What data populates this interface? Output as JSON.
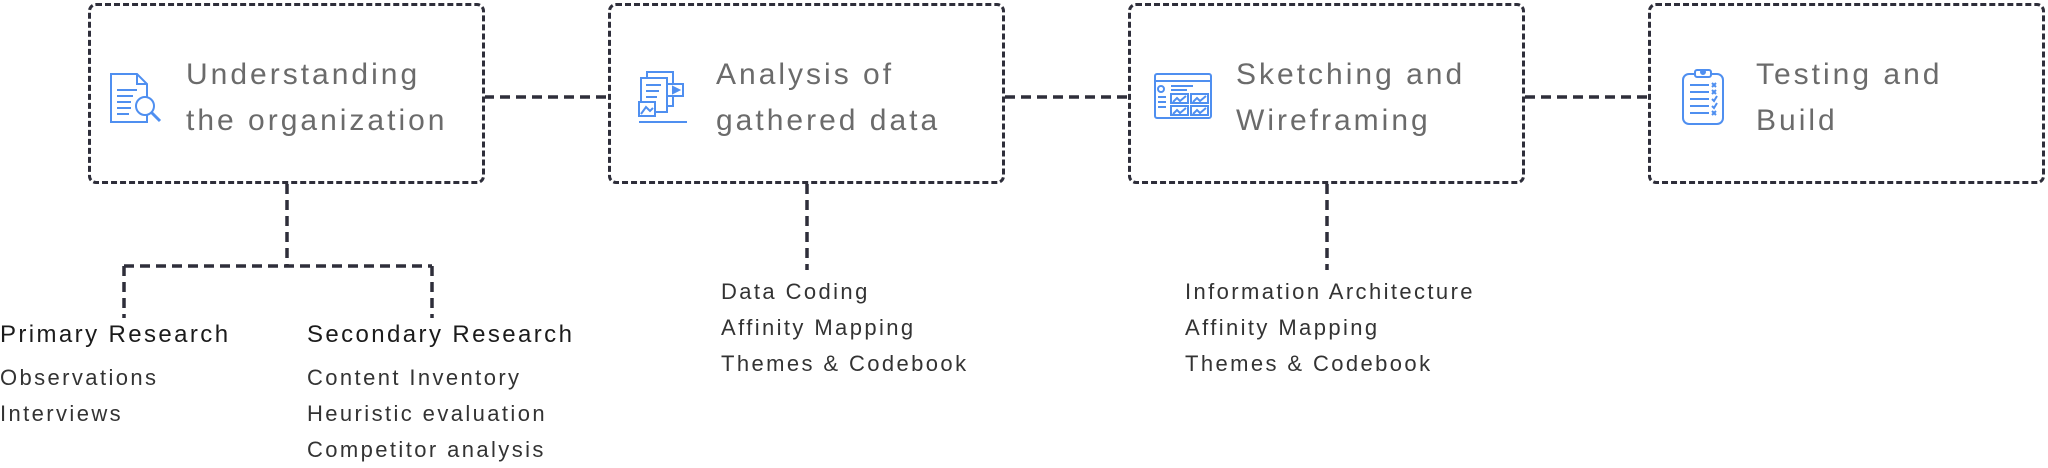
{
  "colors": {
    "border": "#2e2e3a",
    "icon": "#4f8ff0",
    "title": "#6b6b6b",
    "text": "#333333"
  },
  "stages": [
    {
      "title_line1": "Understanding",
      "title_line2": "the organization",
      "icon": "document-search-icon"
    },
    {
      "title_line1": "Analysis of",
      "title_line2": "gathered data",
      "icon": "data-documents-icon"
    },
    {
      "title_line1": "Sketching and",
      "title_line2": "Wireframing",
      "icon": "wireframe-icon"
    },
    {
      "title_line1": "Testing and",
      "title_line2": "Build",
      "icon": "checklist-clipboard-icon"
    }
  ],
  "research": {
    "primary": {
      "heading": "Primary Research",
      "items": [
        "Observations",
        "Interviews"
      ]
    },
    "secondary": {
      "heading": "Secondary Research",
      "items": [
        "Content Inventory",
        "Heuristic evaluation",
        "Competitor analysis"
      ]
    }
  },
  "analysis_items": [
    "Data Coding",
    "Affinity Mapping",
    "Themes & Codebook"
  ],
  "sketching_items": [
    "Information Architecture",
    "Affinity Mapping",
    "Themes & Codebook"
  ]
}
